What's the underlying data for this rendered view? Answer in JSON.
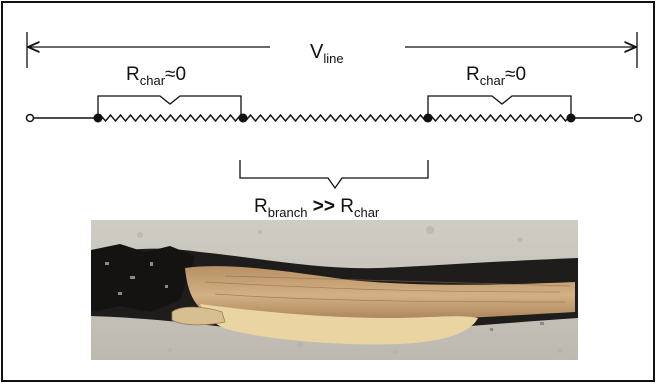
{
  "labels": {
    "v_line": {
      "main": "V",
      "sub": "line"
    },
    "r_char_left": {
      "main": "R",
      "sub": "char",
      "suffix": "≈0"
    },
    "r_char_right": {
      "main": "R",
      "sub": "char",
      "suffix": "≈0"
    },
    "r_branch": {
      "main": "R",
      "sub": "branch",
      "op": " >> ",
      "main2": "R",
      "sub2": "char"
    }
  },
  "colors": {
    "ink": "#111111",
    "background": "#ffffff",
    "photo_background": "#c8c5bd",
    "char_black": "#1a1a1a",
    "wood_tan": "#c9a57a",
    "wood_light": "#e8d3a0"
  },
  "photo": {
    "subject": "charred branch segment"
  }
}
